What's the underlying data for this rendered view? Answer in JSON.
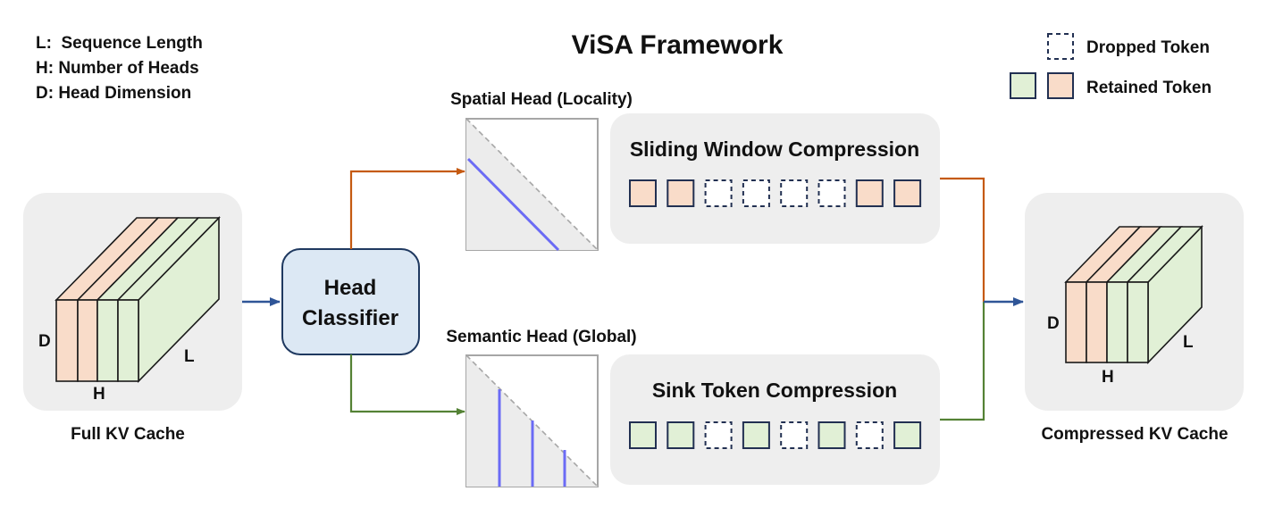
{
  "title": "ViSA Framework",
  "notation": [
    "L:  Sequence Length",
    "H: Number of Heads",
    "D: Head Dimension"
  ],
  "legend": {
    "dropped": "Dropped Token",
    "retained": "Retained Token"
  },
  "input_cache": {
    "label": "Full KV Cache",
    "dim_d": "D",
    "dim_h": "H",
    "dim_l": "L"
  },
  "classifier": {
    "line1": "Head",
    "line2": "Classifier"
  },
  "spatial_head": {
    "label": "Spatial Head (Locality)"
  },
  "semantic_head": {
    "label": "Semantic Head (Global)"
  },
  "sliding_window": {
    "label": "Sliding Window Compression",
    "tokens": [
      "retained-orange",
      "retained-orange",
      "dropped",
      "dropped",
      "dropped",
      "dropped",
      "retained-orange",
      "retained-orange"
    ]
  },
  "sink_token": {
    "label": "Sink Token Compression",
    "tokens": [
      "retained-green",
      "retained-green",
      "dropped",
      "retained-green",
      "dropped",
      "retained-green",
      "dropped",
      "retained-green"
    ]
  },
  "output_cache": {
    "label": "Compressed KV Cache",
    "dim_d": "D",
    "dim_h": "H",
    "dim_l": "L"
  },
  "colors": {
    "orange_fill": "#f9dcc9",
    "green_fill": "#e1f0d6",
    "token_border": "#223052",
    "panel": "#eeeeee",
    "classifier_fill": "#dce8f4",
    "classifier_border": "#1f3960",
    "orange_arrow": "#c55a11",
    "green_arrow": "#548235",
    "blue_arrow": "#2f5597",
    "attn_line": "#6b6bf5"
  }
}
